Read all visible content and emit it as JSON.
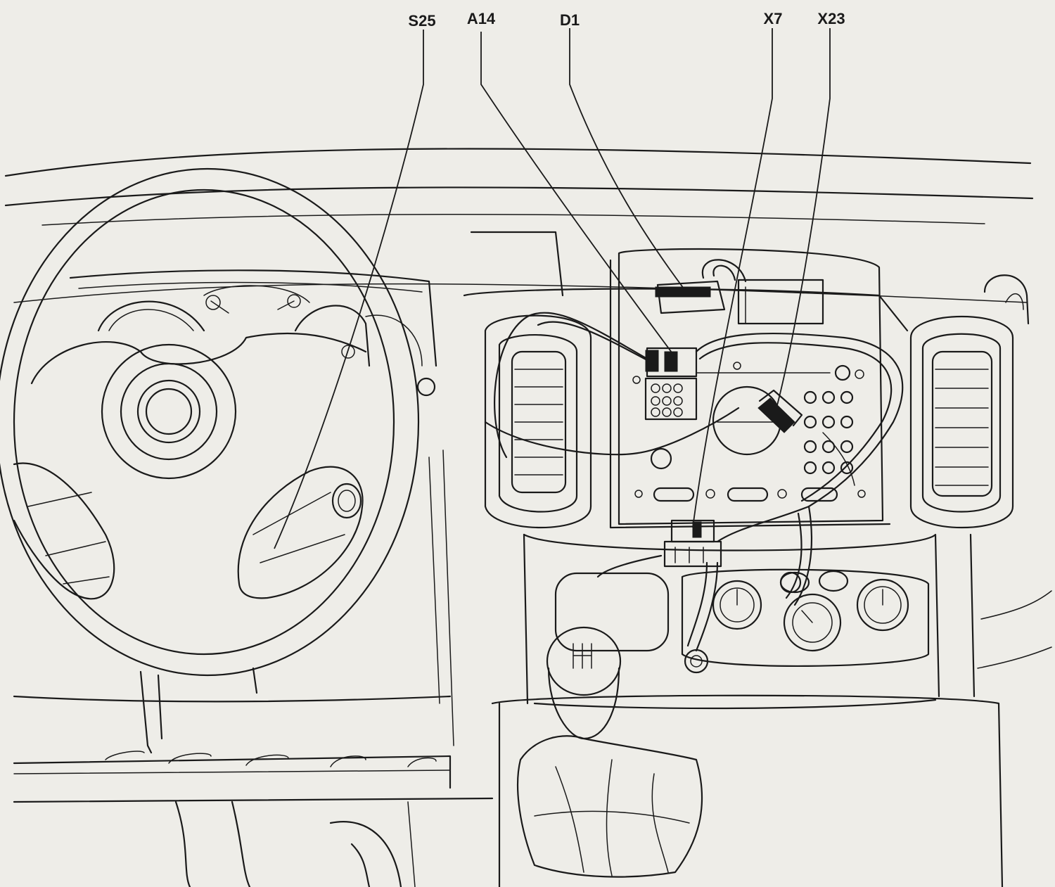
{
  "colors": {
    "ink": "#1a1a1a",
    "paper": "#eeede8"
  },
  "callouts": [
    {
      "id": "S25",
      "label": "S25"
    },
    {
      "id": "A14",
      "label": "A14"
    },
    {
      "id": "D1",
      "label": "D1"
    },
    {
      "id": "X7",
      "label": "X7"
    },
    {
      "id": "X23",
      "label": "X23"
    }
  ]
}
